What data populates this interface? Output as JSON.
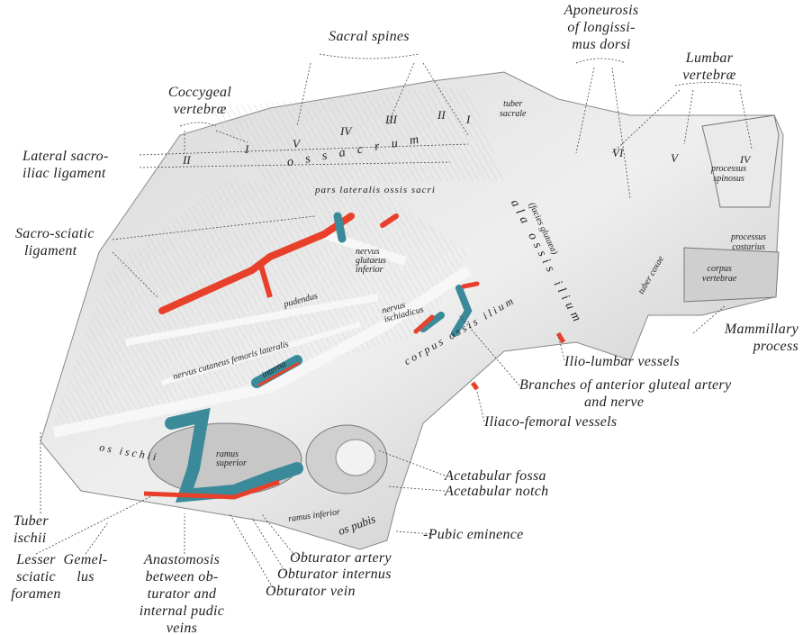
{
  "figure": {
    "labels": {
      "sacral_spines": "Sacral spines",
      "aponeurosis": [
        "Aponeurosis",
        "of longissi-",
        "mus dorsi"
      ],
      "lumbar_vertebrae": [
        "Lumbar",
        "vertebræ"
      ],
      "coccygeal_vertebrae": [
        "Coccygeal",
        "vertebræ"
      ],
      "lateral_sacroiliac": [
        "Lateral sacro-",
        "iliac ligament"
      ],
      "sacrosciatic": [
        "Sacro-sciatic",
        "ligament"
      ],
      "mammillary": [
        "Mammillary",
        "process"
      ],
      "ilio_lumbar": "Ilio-lumbar vessels",
      "anterior_gluteal": [
        "Branches of anterior gluteal artery",
        "and nerve"
      ],
      "iliaco_femoral": "Iliaco-femoral vessels",
      "acetabular_fossa": "Acetabular fossa",
      "acetabular_notch": "Acetabular notch",
      "pubic_eminence": "-Pubic eminence",
      "tuber_ischii": [
        "Tuber",
        "ischii"
      ],
      "lesser_sciatic": [
        "Lesser",
        "sciatic",
        "foramen"
      ],
      "gemellus": [
        "Gemel-",
        "lus"
      ],
      "anastomosis": [
        "Anastomosis",
        "between ob-",
        "turator and",
        "internal pudic",
        "veins"
      ],
      "obturator_artery": "Obturator artery",
      "obturator_internus": "Obturator internus",
      "obturator_vein": "Obturator vein"
    },
    "inner": {
      "sacral_numerals": [
        "I",
        "II",
        "III",
        "IV",
        "V"
      ],
      "coccyx_numerals": [
        "I",
        "II"
      ],
      "lumbar_numerals": [
        "VI",
        "V",
        "IV"
      ],
      "os_sacrum": "o s  s a c r u m",
      "tuber_sacrale": [
        "tuber",
        "sacrale"
      ],
      "ala_ossis_ilium": "ala ossis ilium",
      "facies_glutaea": "(facies glutaea)",
      "processus_spinosus": [
        "processus",
        "spinosus"
      ],
      "processus_costarius": [
        "processus",
        "costarius"
      ],
      "corpus_vertebrae": [
        "corpus",
        "vertebrae"
      ],
      "pars_lateralis": "pars lateralis ossis sacri",
      "nervus_glutaeus": [
        "nervus",
        "glutaeus",
        "inferior"
      ],
      "pudendus": "pudendus",
      "nervus_ischiadicus": [
        "nervus",
        "ischiadicus"
      ],
      "corpus_ossis_ilium": "corpus ossis ilium",
      "os_ischii": "os ischii",
      "ramus_superior": [
        "ramus",
        "superior"
      ],
      "ramus_inferior": "ramus inferior",
      "os_pubis": "os pubis",
      "nervus_cutaneus": "nervus cutaneus femoris lateralis",
      "tuber_coxae": "tuber coxae",
      "interna": "interna"
    },
    "colors": {
      "artery": "#e8402a",
      "vein": "#3b8a9a",
      "bone": "#e4e4e4",
      "shade": "#a9a9a9"
    }
  }
}
